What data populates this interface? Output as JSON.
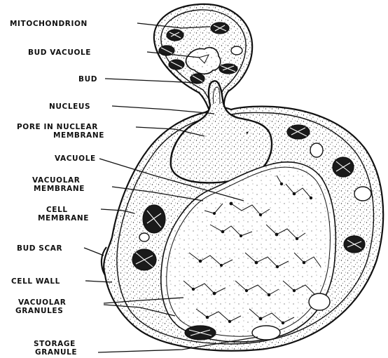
{
  "labels": {
    "mitochondrion": "MITOCHONDRION",
    "bud_vacuole": "BUD VACUOLE",
    "bud": "BUD",
    "nucleus": "NUCLEUS",
    "pore_line1": "PORE IN NUCLEAR",
    "pore_line2": "MEMBRANE",
    "vacuole": "VACUOLE",
    "vacuolar_membrane_line1": "VACUOLAR",
    "vacuolar_membrane_line2": "MEMBRANE",
    "cell_membrane_line1": "CELL",
    "cell_membrane_line2": "MEMBRANE",
    "bud_scar": "BUD SCAR",
    "cell_wall": "CELL WALL",
    "vacuolar_granules_line1": "VACUOLAR",
    "vacuolar_granules_line2": "GRANULES",
    "storage_line1": "STORAGE",
    "storage_line2": "GRANULE"
  }
}
